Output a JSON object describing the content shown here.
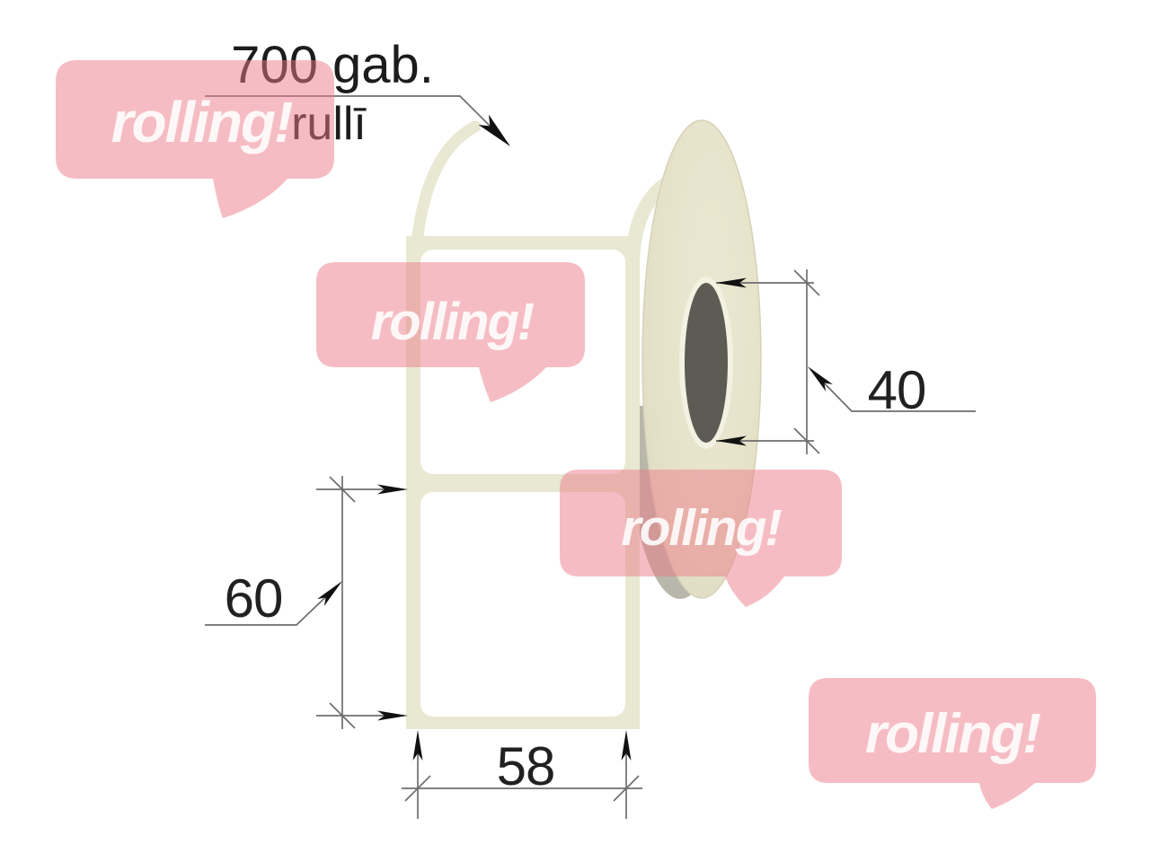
{
  "diagram": {
    "callout": {
      "line1": "700 gab.",
      "line2": "rullī"
    },
    "dims": {
      "core_diameter": "40",
      "label_height": "60",
      "label_width": "58"
    },
    "watermark": {
      "text": "rolling!"
    },
    "colors": {
      "watermark_pink": "#ec7b87",
      "liner_cream": "#e9e8d3",
      "roll_face": "#e6e2ca",
      "roll_side_gray": "#b9b6aa",
      "core_ring": "#f3f1e1",
      "core_dark": "#5c5c54",
      "dim_line_gray": "#6e6e6e",
      "text_black": "#1c1c1c"
    }
  }
}
